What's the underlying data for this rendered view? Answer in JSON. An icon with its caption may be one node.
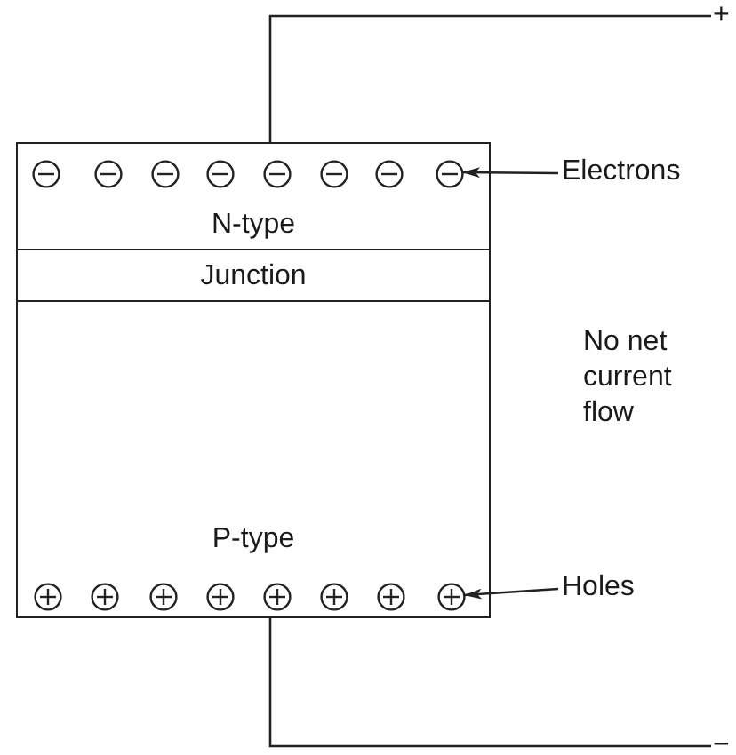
{
  "diagram": {
    "nodes": [
      {
        "text": [
          "+"
        ]
      },
      {
        "text": [
          "N-type"
        ]
      },
      {
        "text": [],
        "shape": "circle",
        "in": 1
      },
      {
        "text": [],
        "shape": "circle",
        "in": 1
      },
      {
        "text": [],
        "shape": "circle",
        "in": 1
      },
      {
        "text": [],
        "shape": "circle",
        "in": 1
      },
      {
        "text": [],
        "shape": "circle",
        "in": 1
      },
      {
        "text": [],
        "shape": "circle",
        "in": 1
      },
      {
        "text": [],
        "shape": "circle",
        "in": 1
      },
      {
        "text": [],
        "shape": "circle",
        "in": 1
      },
      {
        "text": [
          "Electrons"
        ]
      },
      {
        "text": [
          "Junction"
        ]
      },
      {
        "text": [
          "P-type"
        ]
      },
      {
        "text": [],
        "shape": "circle",
        "in": 12
      },
      {
        "text": [],
        "shape": "circle",
        "in": 12
      },
      {
        "text": [],
        "shape": "circle",
        "in": 12
      },
      {
        "text": [],
        "shape": "circle",
        "in": 12
      },
      {
        "text": [],
        "shape": "circle",
        "in": 12
      },
      {
        "text": [],
        "shape": "circle",
        "in": 12
      },
      {
        "text": [],
        "shape": "circle",
        "in": 12
      },
      {
        "text": [],
        "shape": "circle",
        "in": 12
      },
      {
        "text": [
          "Holes"
        ]
      },
      {
        "text": [
          "−"
        ]
      }
    ],
    "edges": [
      {
        "from": 1,
        "to": 0,
        "arrow": "none"
      },
      {
        "from": 10,
        "to": 9,
        "arrow": "to"
      },
      {
        "from": 21,
        "to": 20,
        "arrow": "to"
      },
      {
        "from": 12,
        "to": 22,
        "arrow": "none"
      }
    ],
    "labels": [
      "No net current flow"
    ]
  }
}
